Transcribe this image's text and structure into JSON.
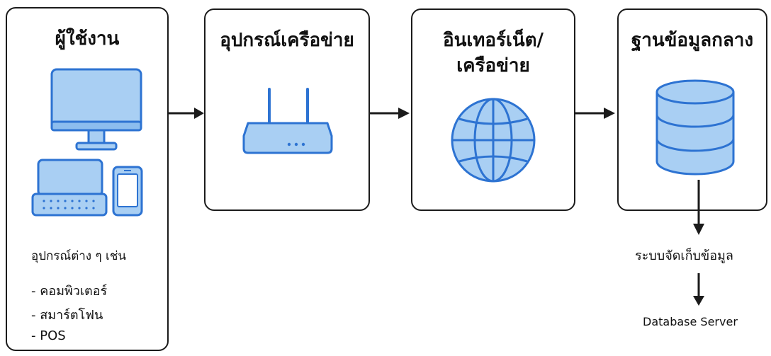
{
  "boxes": {
    "user": {
      "title": "ผู้ใช้งาน",
      "caption": "อุปกรณ์ต่าง ๆ เช่น",
      "items": [
        "- คอมพิวเตอร์",
        "- สมาร์ตโฟน",
        "- POS"
      ]
    },
    "network_device": {
      "title": "อุปกรณ์เครือข่าย"
    },
    "internet": {
      "title_line1": "อินเทอร์เน็ต/",
      "title_line2": "เครือข่าย"
    },
    "database": {
      "title": "ฐานข้อมูลกลาง"
    }
  },
  "bottom": {
    "storage_label": "ระบบจัดเก็บข้อมูล",
    "server_label": "Database Server"
  },
  "colors": {
    "icon_fill": "#a9cff3",
    "icon_stroke": "#2d73d2",
    "border": "#1b1b1b"
  }
}
